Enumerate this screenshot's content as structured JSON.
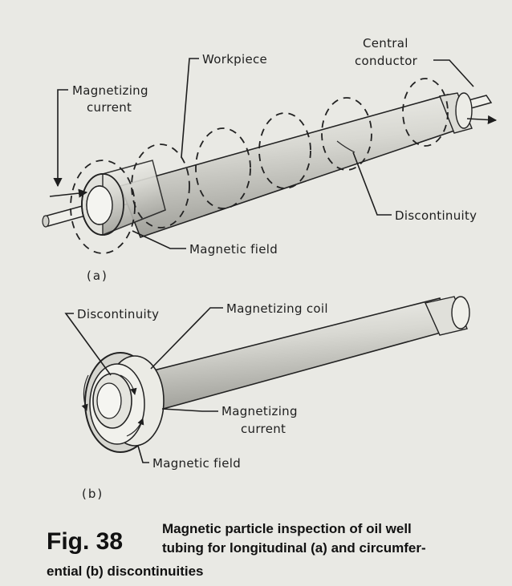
{
  "panel_a": {
    "tag": "(a)",
    "labels": {
      "magnetizing_current_1": "Magnetizing",
      "magnetizing_current_2": "current",
      "workpiece": "Workpiece",
      "central_conductor_1": "Central",
      "central_conductor_2": "conductor",
      "discontinuity": "Discontinuity",
      "magnetic_field": "Magnetic field"
    }
  },
  "panel_b": {
    "tag": "(b)",
    "labels": {
      "discontinuity": "Discontinuity",
      "magnetizing_coil": "Magnetizing coil",
      "magnetizing_current_1": "Magnetizing",
      "magnetizing_current_2": "current",
      "magnetic_field": "Magnetic field"
    }
  },
  "caption": {
    "figure_number": "Fig. 38",
    "line1": "Magnetic particle inspection of oil well",
    "line2": "tubing for longitudinal (a) and circumfer-",
    "line3": "ential (b) discontinuities"
  }
}
